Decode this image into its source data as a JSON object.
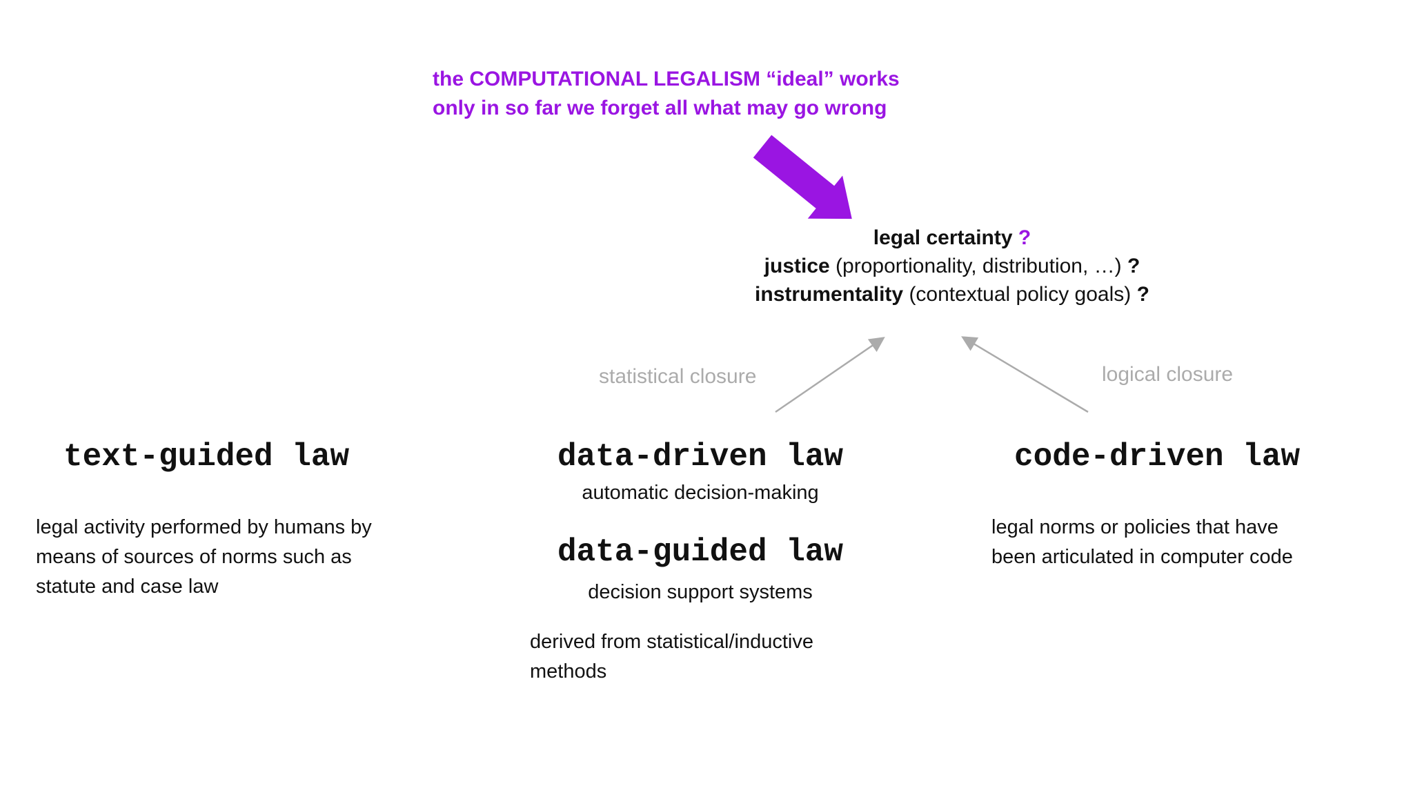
{
  "colors": {
    "accent-purple": "#9A15E2",
    "text-black": "#111111",
    "gray-muted": "#ABABAB",
    "background": "#FFFFFF"
  },
  "title": {
    "text": "the COMPUTATIONAL LEGALISM “ideal” works\nonly in so far we forget all what may go wrong"
  },
  "questions": {
    "line1_bold": "legal certainty",
    "line1_mark": "?",
    "line2_bold": "justice",
    "line2_rest": "(proportionality, distribution, …)",
    "line2_mark": "?",
    "line3_bold": "instrumentality",
    "line3_rest": "(contextual policy goals)",
    "line3_mark": "?"
  },
  "closures": {
    "statistical": "statistical closure",
    "logical": "logical closure"
  },
  "columns": {
    "text_guided": {
      "heading": "text-guided law",
      "body": "legal activity performed by humans by\nmeans of sources of norms such as\nstatute and case law"
    },
    "data_driven": {
      "heading": "data-driven law",
      "subtitle": "automatic decision-making",
      "heading2": "data-guided law",
      "subtitle2": "decision support systems",
      "note": "derived from statistical/inductive\nmethods"
    },
    "code_driven": {
      "heading": "code-driven law",
      "body": "legal norms or policies that have\nbeen articulated in computer code"
    }
  }
}
